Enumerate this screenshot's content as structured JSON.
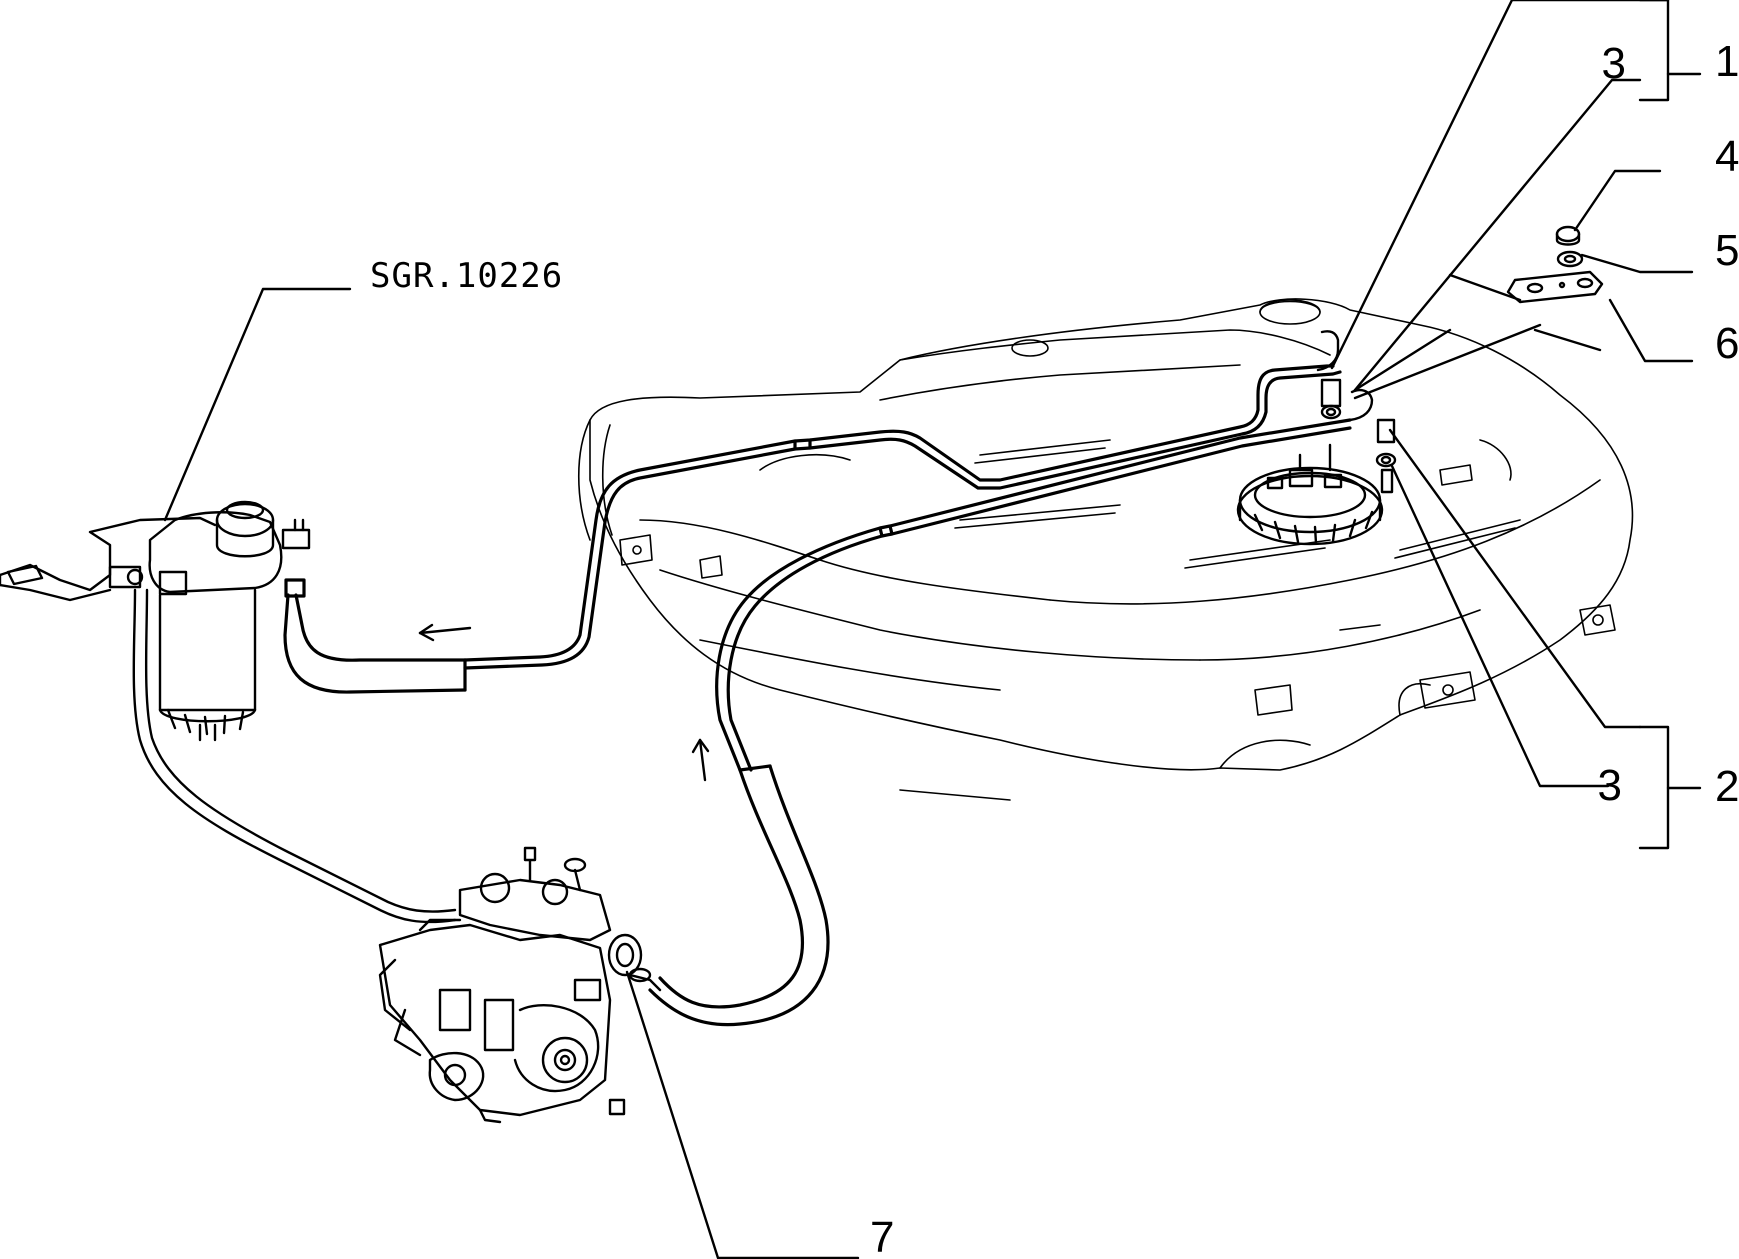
{
  "diagram": {
    "reference_code": "SGR.10226",
    "callouts": [
      {
        "id": "callout-1",
        "label": "1"
      },
      {
        "id": "callout-2",
        "label": "2"
      },
      {
        "id": "callout-3a",
        "label": "3"
      },
      {
        "id": "callout-3b",
        "label": "3"
      },
      {
        "id": "callout-4",
        "label": "4"
      },
      {
        "id": "callout-5",
        "label": "5"
      },
      {
        "id": "callout-6",
        "label": "6"
      },
      {
        "id": "callout-7",
        "label": "7"
      }
    ],
    "line_color": "#000000",
    "background": "#ffffff"
  }
}
